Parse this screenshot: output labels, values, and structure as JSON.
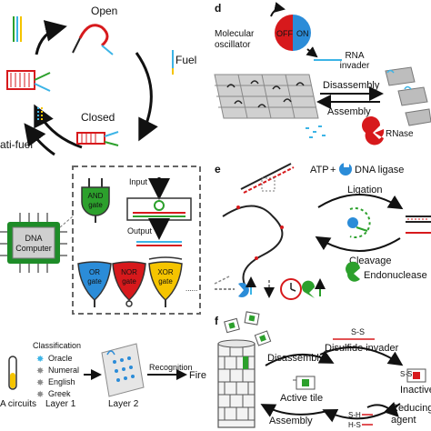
{
  "panel_labels": {
    "d": "d",
    "e": "e",
    "f": "f"
  },
  "cycle": {
    "open": "Open",
    "fuel": "Fuel",
    "closed": "Closed",
    "anti_fuel": "ati-fuel"
  },
  "computer": {
    "chip": [
      "DNA",
      "Computer"
    ],
    "and_gate": [
      "AND",
      "gate"
    ],
    "input": "Input",
    "output": "Output",
    "or_gate": [
      "OR",
      "gate"
    ],
    "nor_gate": [
      "NOR",
      "gate"
    ],
    "xor_gate": [
      "XOR",
      "gate"
    ],
    "ellipsis": "......"
  },
  "nn": {
    "circuits": "A circuits",
    "classification": "Classification",
    "classes": [
      "Oracle",
      "Numeral",
      "English",
      "Greek"
    ],
    "layer1": "Layer 1",
    "layer2": "Layer 2",
    "recognition": "Recognition",
    "fire": "Fire"
  },
  "panel_d": {
    "oscillator": [
      "Molecular",
      "oscillator"
    ],
    "off": "OFF",
    "on": "ON",
    "invader": [
      "RNA",
      "invader"
    ],
    "disassembly": "Disassembly",
    "assembly": "Assembly",
    "rnase": "RNase"
  },
  "panel_e": {
    "atp": "ATP",
    "plus": "+",
    "ligase": "DNA ligase",
    "ligation": "Ligation",
    "cleavage": "Cleavage",
    "endonuclease": "Endonuclease"
  },
  "panel_f": {
    "ss": "S-S",
    "disulfide": "Disulfide invader",
    "disassembly": "Disassembly",
    "ss2": "S-S",
    "inactive": "Inactive",
    "active_tile": "Active tile",
    "assembly": "Assembly",
    "sh": "S-H",
    "hs": "H-S",
    "reducing": [
      "Reducing",
      "agent"
    ]
  },
  "colors": {
    "red": "#d7191c",
    "blue": "#2b8cd8",
    "green": "#2ca02c",
    "cyan": "#3cb4e6",
    "yellow": "#f5c400",
    "gray": "#8c8c8c"
  }
}
